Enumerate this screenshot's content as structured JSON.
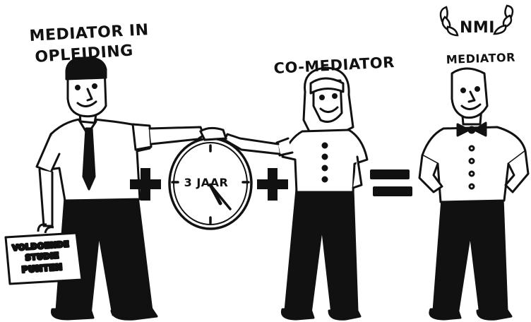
{
  "labels": {
    "trainee_line1": "MEDIATOR IN",
    "trainee_line2": "OPLEIDING",
    "co_mediator": "CO-MEDIATOR",
    "nmi_logo": "NMI",
    "mediator": "MEDIATOR",
    "clock_text": "3 JAAR",
    "suitcase_line1": "VOLDOENDE",
    "suitcase_line2": "STUDIE",
    "suitcase_line3": "PUNTEN"
  },
  "operators": {
    "plus_1": "+",
    "plus_2": "+",
    "equals": "="
  },
  "colors": {
    "ink": "#111111",
    "paper": "#ffffff"
  }
}
